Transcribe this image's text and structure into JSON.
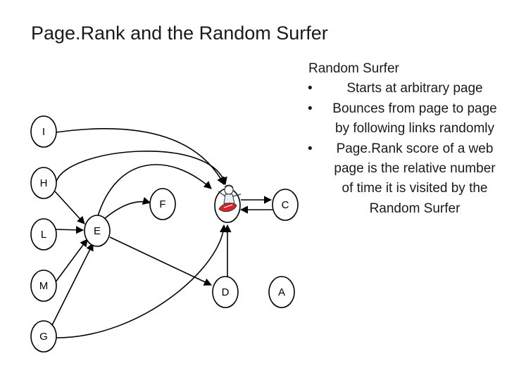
{
  "slide": {
    "title": "Page.Rank and the Random Surfer"
  },
  "graph": {
    "nodes": [
      {
        "id": "I",
        "label": "I"
      },
      {
        "id": "H",
        "label": "H"
      },
      {
        "id": "L",
        "label": "L"
      },
      {
        "id": "M",
        "label": "M"
      },
      {
        "id": "G",
        "label": "G"
      },
      {
        "id": "E",
        "label": "E"
      },
      {
        "id": "F",
        "label": "F"
      },
      {
        "id": "B",
        "label": ""
      },
      {
        "id": "C",
        "label": "C"
      },
      {
        "id": "D",
        "label": "D"
      },
      {
        "id": "A",
        "label": "A"
      }
    ],
    "surfer_icon": "surfer-icon"
  },
  "notes": {
    "heading": "Random Surfer",
    "bullets": [
      "Starts at arbitrary page",
      "Bounces from page to page by following links randomly",
      "Page.Rank score of a web page is the relative number of time it is visited by the Random Surfer"
    ]
  }
}
